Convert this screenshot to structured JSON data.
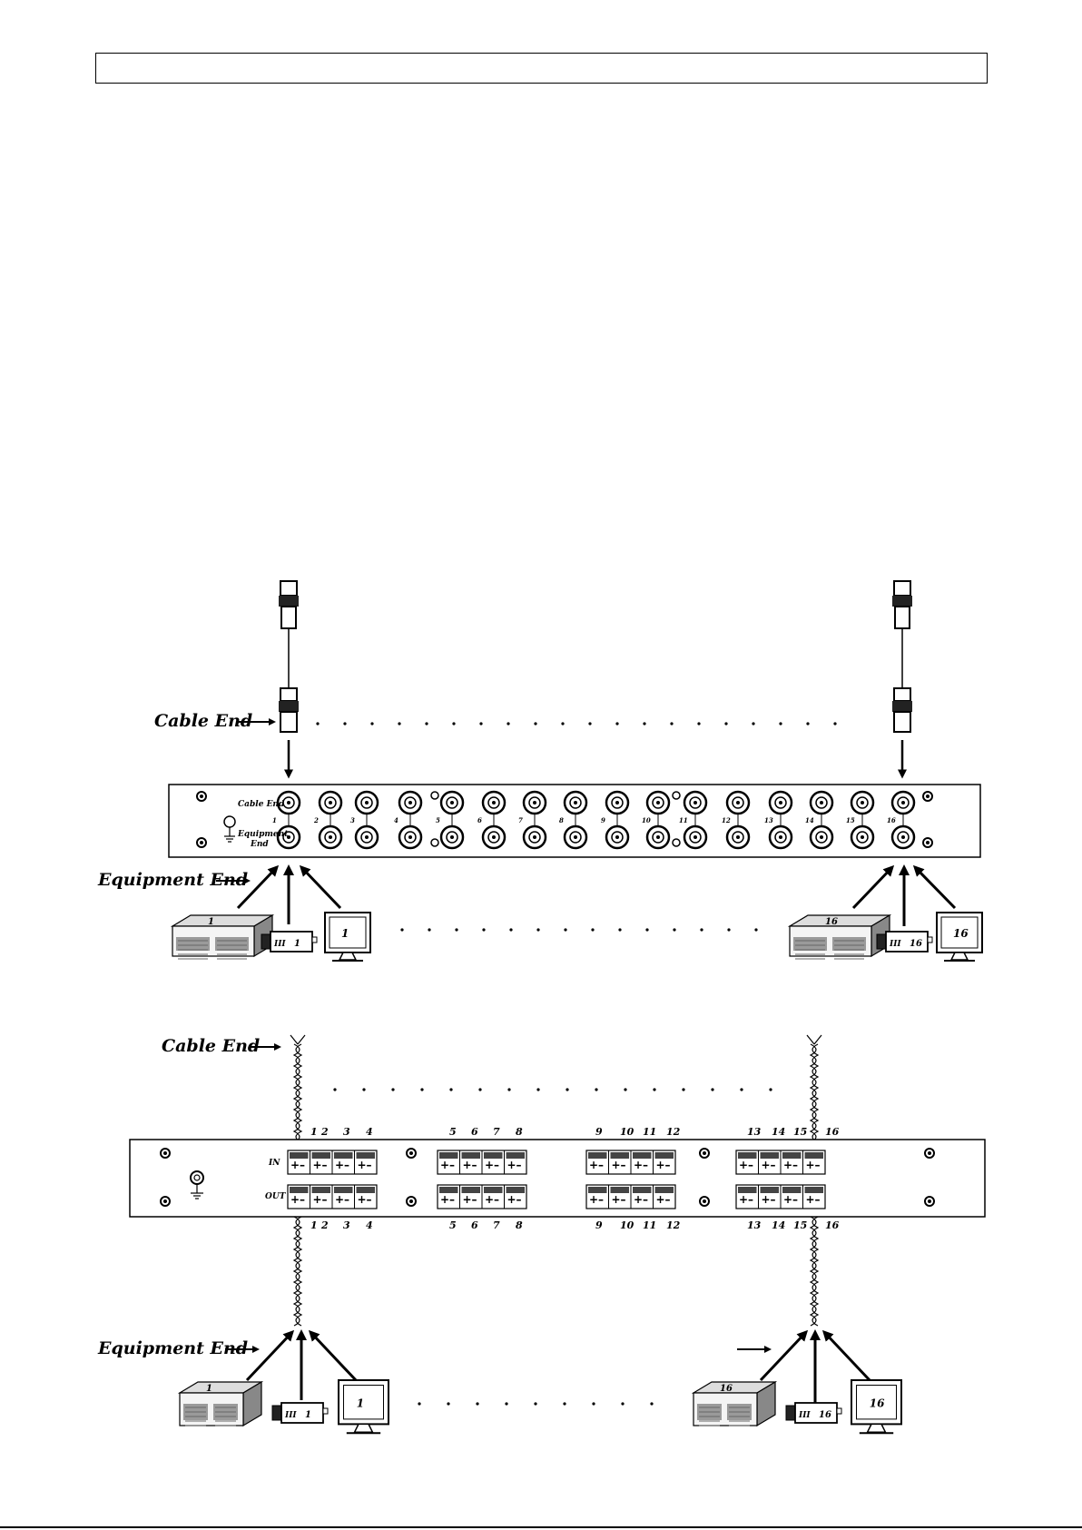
{
  "labels": {
    "cable_end": "Cable End",
    "equipment_end": "Equipment End",
    "panel_cable_end": "Cable End",
    "panel_equipment": "Equipment",
    "panel_end": "End",
    "in": "IN",
    "out": "OUT"
  },
  "channels": [
    "1",
    "2",
    "3",
    "4",
    "5",
    "6",
    "7",
    "8",
    "9",
    "10",
    "11",
    "12",
    "13",
    "14",
    "15",
    "16"
  ],
  "devices": {
    "first": "1",
    "last": "16",
    "camera_brand": "III"
  }
}
